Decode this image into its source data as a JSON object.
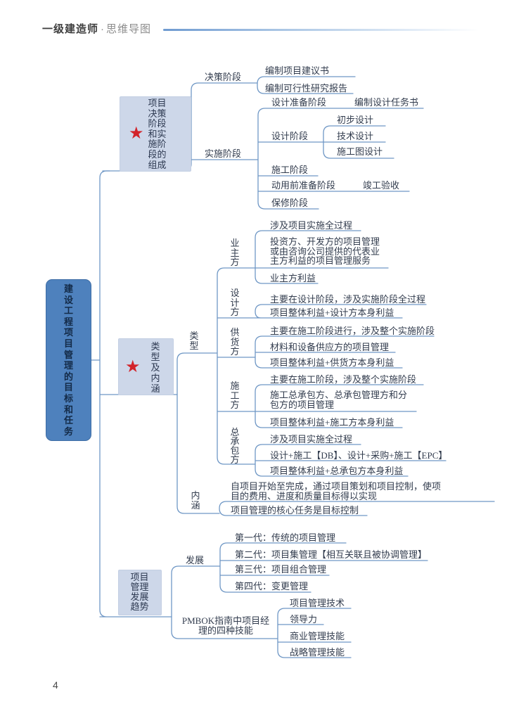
{
  "header": {
    "brand": "一级建造师",
    "separator": "·",
    "title": "思维导图"
  },
  "page_number": "4",
  "icons": {
    "star": "★"
  },
  "colors": {
    "connector": "#6f97c5",
    "branch_box": "#cdd7e9",
    "central_box": "#4e81bd",
    "star": "#d2232a"
  },
  "central": {
    "label": "建设工程项目管理的目标和任务"
  },
  "branch1": {
    "label": "项目决策阶段和实施阶段的组成",
    "decision": {
      "label": "决策阶段",
      "children": [
        "编制项目建议书",
        "编制可行性研究报告"
      ]
    },
    "implementation": {
      "label": "实施阶段",
      "design_prep": {
        "label": "设计准备阶段",
        "child": "编制设计任务书"
      },
      "design": {
        "label": "设计阶段",
        "children": [
          "初步设计",
          "技术设计",
          "施工图设计"
        ]
      },
      "construction": {
        "label": "施工阶段"
      },
      "pre_use_prep": {
        "label": "动用前准备阶段",
        "child": "竣工验收"
      },
      "warranty": {
        "label": "保修阶段"
      }
    }
  },
  "branch2": {
    "label": "类型及内涵",
    "types": {
      "label": "类型",
      "owner": {
        "label": "业主方",
        "children": [
          "涉及项目实施全过程",
          "投资方、开发方的项目管理或由咨询公司提供的代表业主方利益的项目管理服务",
          "业主方利益"
        ]
      },
      "designer": {
        "label": "设计方",
        "children": [
          "主要在设计阶段，涉及实施阶段全过程",
          "项目整体利益+设计方本身利益"
        ]
      },
      "supplier": {
        "label": "供货方",
        "children": [
          "主要在施工阶段进行，涉及整个实施阶段",
          "材料和设备供应方的项目管理",
          "项目整体利益+供货方本身利益"
        ]
      },
      "contractor": {
        "label": "施工方",
        "children": [
          "主要在施工阶段，涉及整个实施阶段",
          "施工总承包方、总承包管理方和分包方的项目管理",
          "项目整体利益+施工方本身利益"
        ]
      },
      "general_contractor": {
        "label": "总承包方",
        "children": [
          "涉及项目实施全过程",
          "设计+施工【DB】、设计+采购+施工【EPC】",
          "项目整体利益+总承包方本身利益"
        ]
      }
    },
    "connotation": {
      "label": "内涵",
      "children": [
        "自项目开始至完成，通过项目策划和项目控制，使项目的费用、进度和质量目标得以实现",
        "项目管理的核心任务是目标控制"
      ]
    }
  },
  "branch3": {
    "label": "项目管理发展趋势",
    "development": {
      "label": "发展",
      "children": [
        "第一代：传统的项目管理",
        "第二代：项目集管理【相互关联且被协调管理】",
        "第三代：项目组合管理",
        "第四代：变更管理"
      ]
    },
    "pmbok": {
      "label": "PMBOK指南中项目经理的四种技能",
      "children": [
        "项目管理技术",
        "领导力",
        "商业管理技能",
        "战略管理技能"
      ]
    }
  }
}
